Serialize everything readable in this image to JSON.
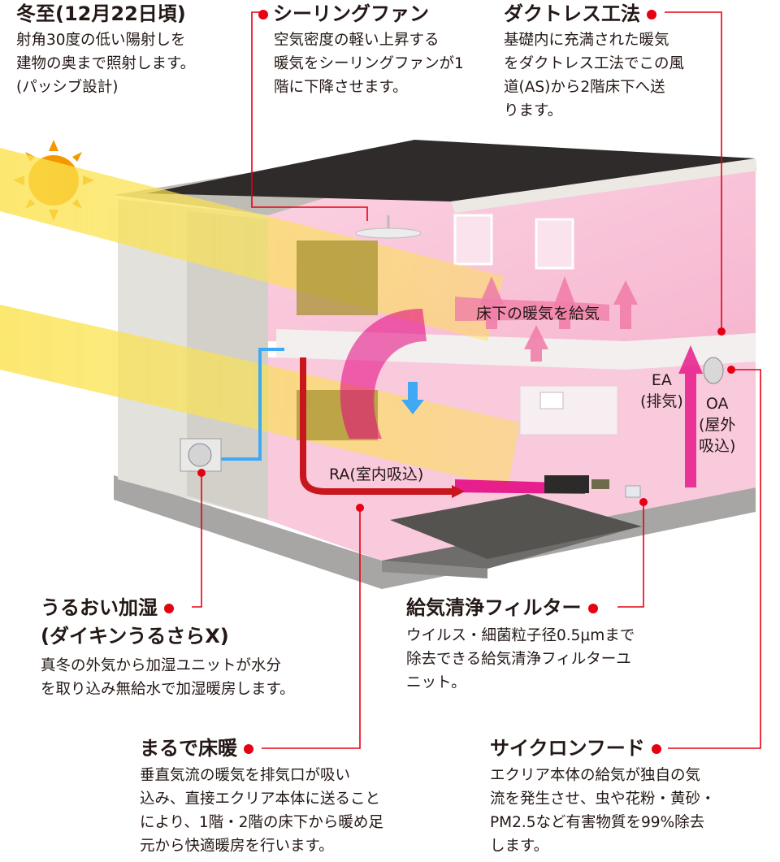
{
  "colors": {
    "accent_red": "#e60012",
    "warm_pink": "#f07ea8",
    "deep_pink": "#e4007f",
    "sun_orange": "#f39800",
    "sunbeam_yellow": "#fbe24d",
    "roof": "#2f2b2a",
    "cool_blue": "#3fa9f5"
  },
  "callouts": {
    "winter": {
      "title": "冬至(12月22日頃)",
      "text": "射角30度の低い陽射しを\n建物の奥まで照射します。\n(パッシブ設計)"
    },
    "ceiling_fan": {
      "title": "シーリングファン",
      "text": "空気密度の軽い上昇する\n暖気をシーリングファンが1\n階に下降させます。"
    },
    "ductless": {
      "title": "ダクトレス工法",
      "text": "基礎内に充満された暖気\nをダクトレス工法でこの風\n道(AS)から2階床下へ送\nります。"
    },
    "humidify": {
      "title": "うるおい加湿",
      "title2": "(ダイキンうるさらX)",
      "text": "真冬の外気から加湿ユニットが水分\nを取り込み無給水で加湿暖房します。"
    },
    "filter": {
      "title": "給気清浄フィルター",
      "text": "ウイルス・細菌粒子径0.5μmまで\n除去できる給気清浄フィルターユ\nニット。"
    },
    "floor_heating": {
      "title": "まるで床暖",
      "text": "垂直気流の暖気を排気口が吸い\n込み、直接エクリア本体に送ること\nにより、1階・2階の床下から暖め足\n元から快適暖房を行います。"
    },
    "cyclone_hood": {
      "title": "サイクロンフード",
      "text": "エクリア本体の給気が独自の気\n流を発生させ、虫や花粉・黄砂・\nPM2.5など有害物質を99%除去\nします。"
    }
  },
  "house_labels": {
    "floor_supply": "床下の暖気を給気",
    "ea": "EA\n(排気)",
    "oa": "OA\n(屋外\n吸込)",
    "ra": "RA(室内吸込)"
  }
}
